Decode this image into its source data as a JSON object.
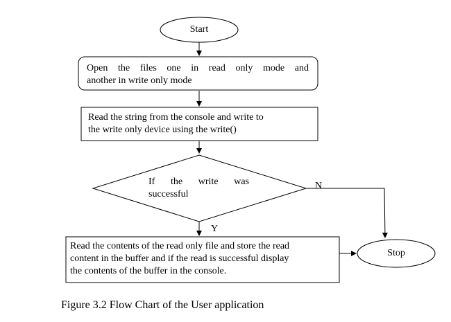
{
  "diagram": {
    "start_label": "Start",
    "open_files_line1": "Open the files one in read only mode and",
    "open_files_line2": "another in write only mode",
    "read_write_line1": "Read the string from the console and write to",
    "read_write_line2": "the write only device using the write()",
    "decision_line1": "If the write was",
    "decision_line2": "successful",
    "no_label": "N",
    "yes_label": "Y",
    "read_display_line1": "Read the contents of the read only file and store the read",
    "read_display_line2": "content in the buffer and if the read is successful display",
    "read_display_line3": "the contents of the buffer in the console.",
    "stop_label": "Stop"
  },
  "caption": "Figure 3.2 Flow Chart of the User application"
}
